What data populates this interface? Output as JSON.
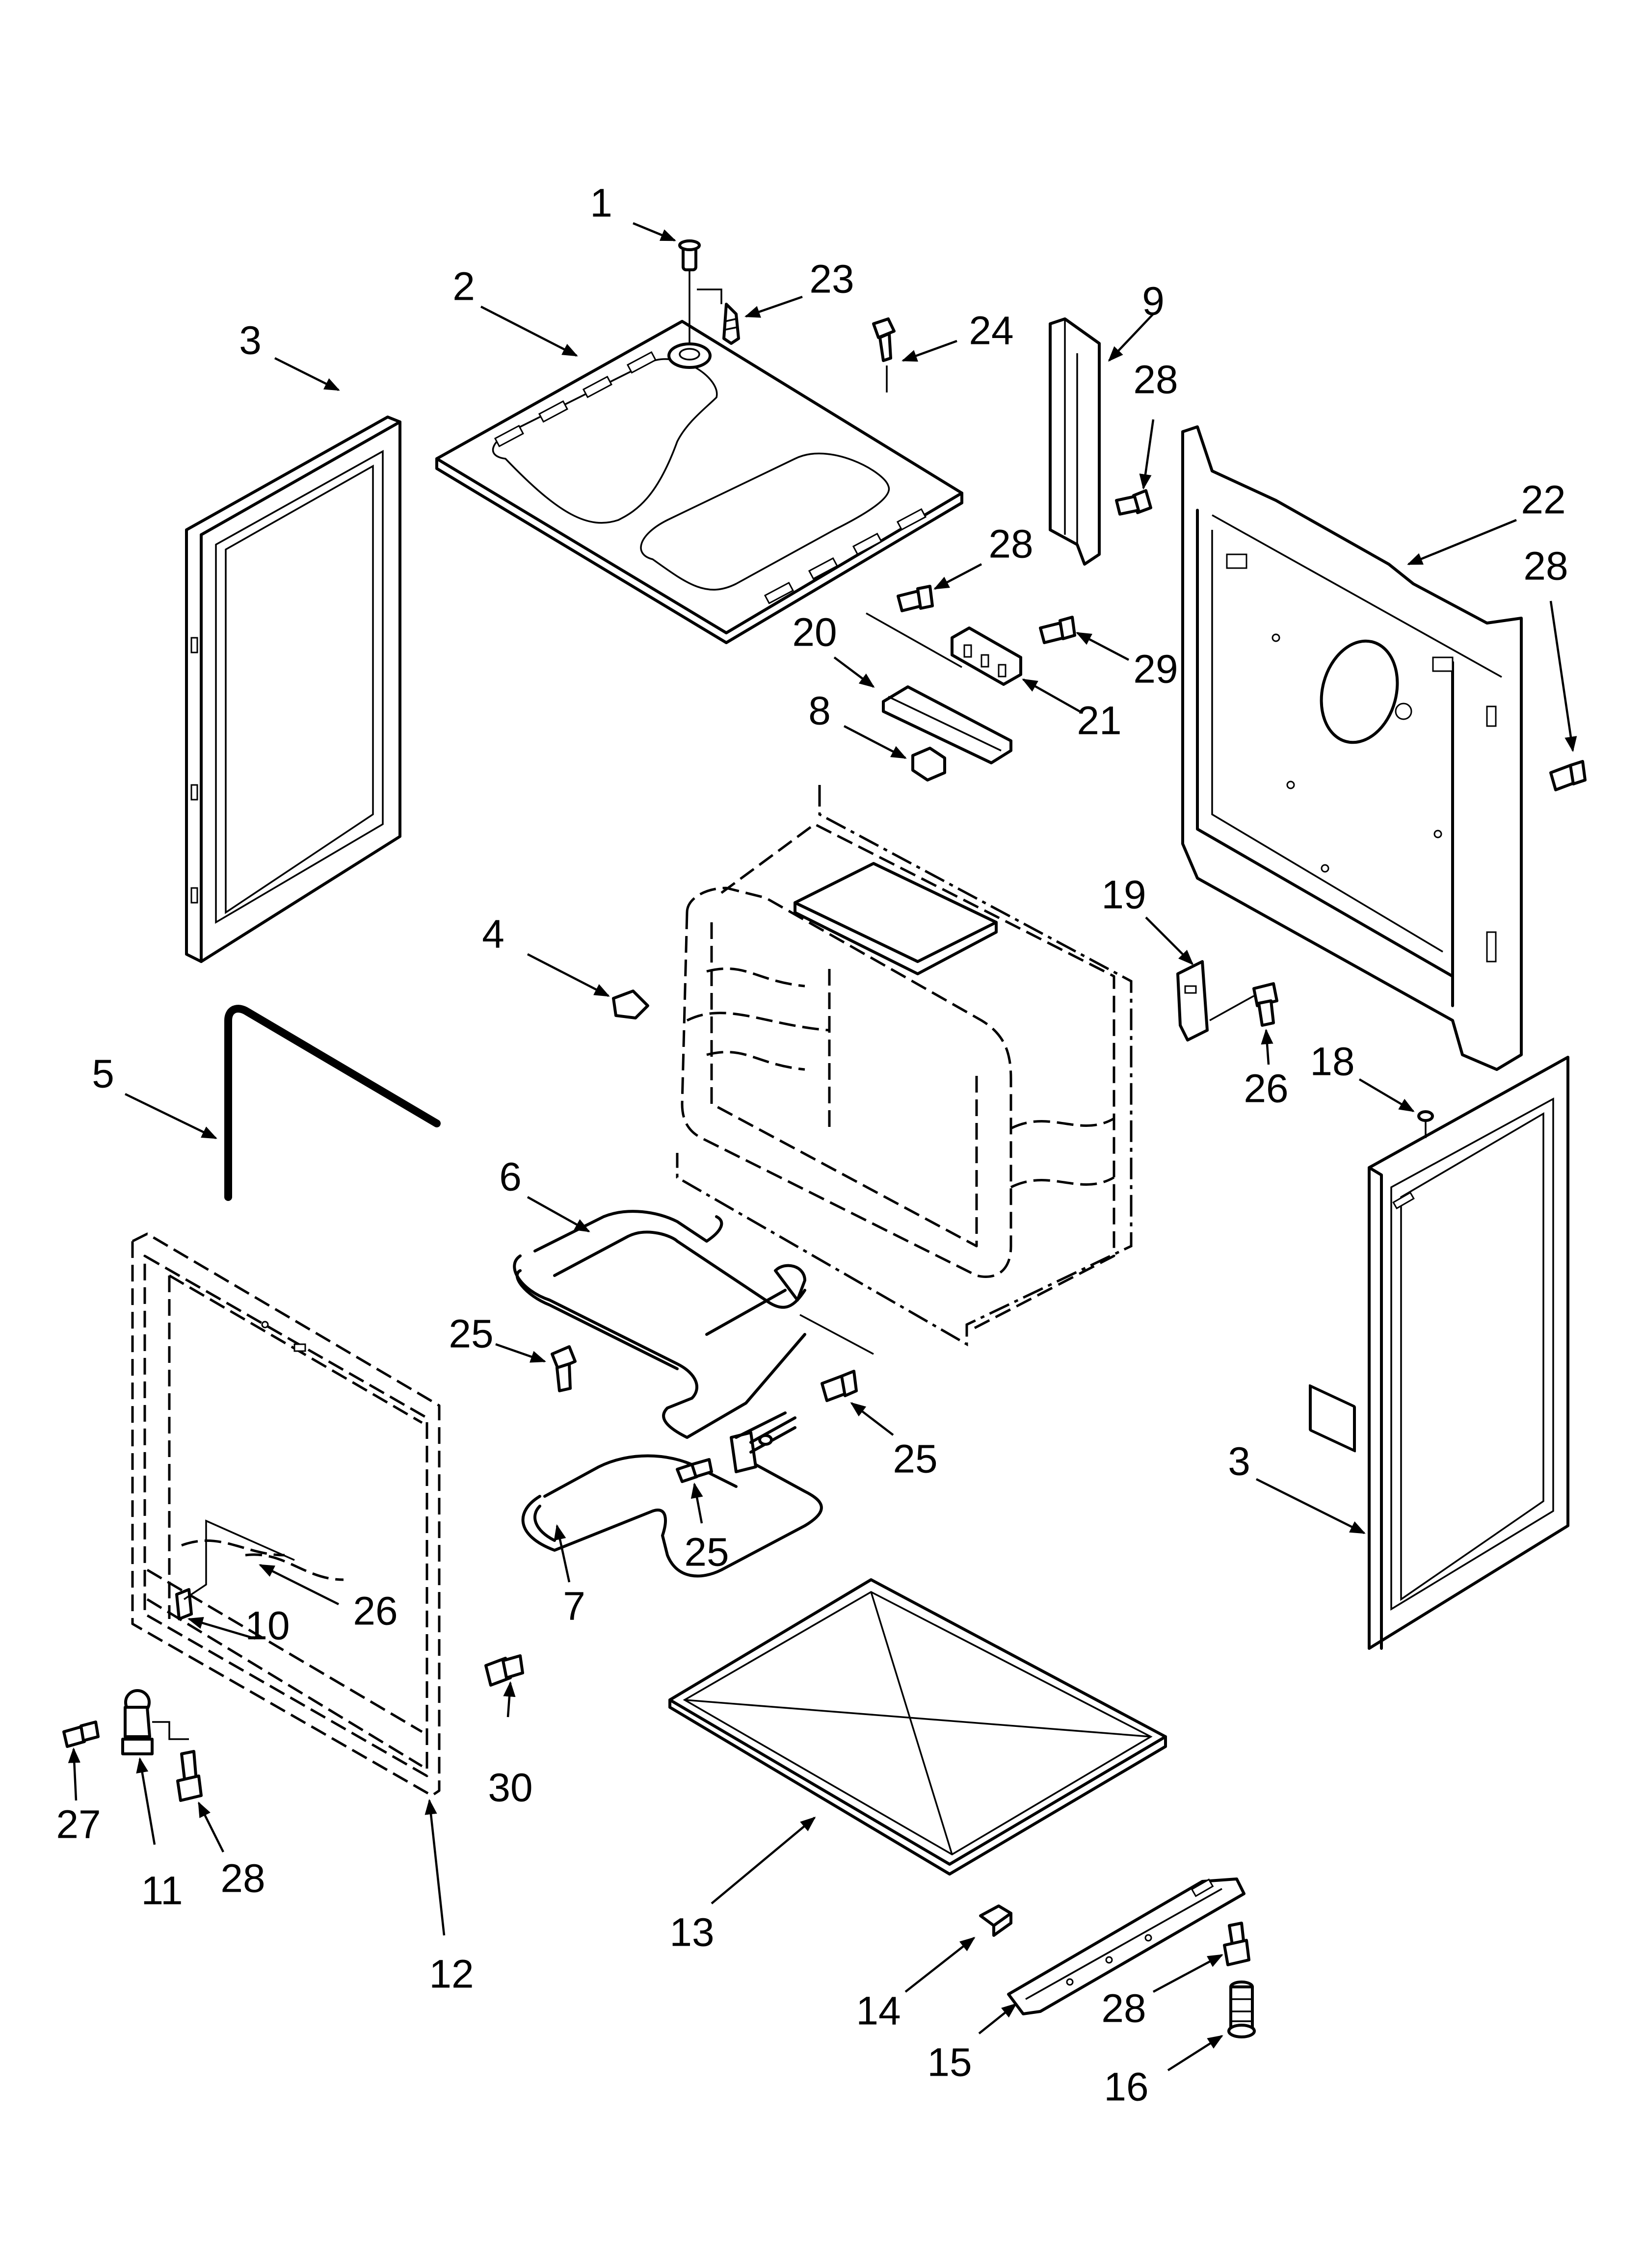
{
  "callouts": {
    "c1": "1",
    "c2": "2",
    "c3a": "3",
    "c3b": "3",
    "c4": "4",
    "c5": "5",
    "c6": "6",
    "c7": "7",
    "c8": "8",
    "c9": "9",
    "c10": "10",
    "c11": "11",
    "c12": "12",
    "c13": "13",
    "c14": "14",
    "c15": "15",
    "c16": "16",
    "c18": "18",
    "c19": "19",
    "c20": "20",
    "c21": "21",
    "c22": "22",
    "c23": "23",
    "c24": "24",
    "c25a": "25",
    "c25b": "25",
    "c25c": "25",
    "c26a": "26",
    "c26b": "26",
    "c27": "27",
    "c28a": "28",
    "c28b": "28",
    "c28c": "28",
    "c28d": "28",
    "c28e": "28",
    "c29": "29",
    "c30": "30"
  }
}
